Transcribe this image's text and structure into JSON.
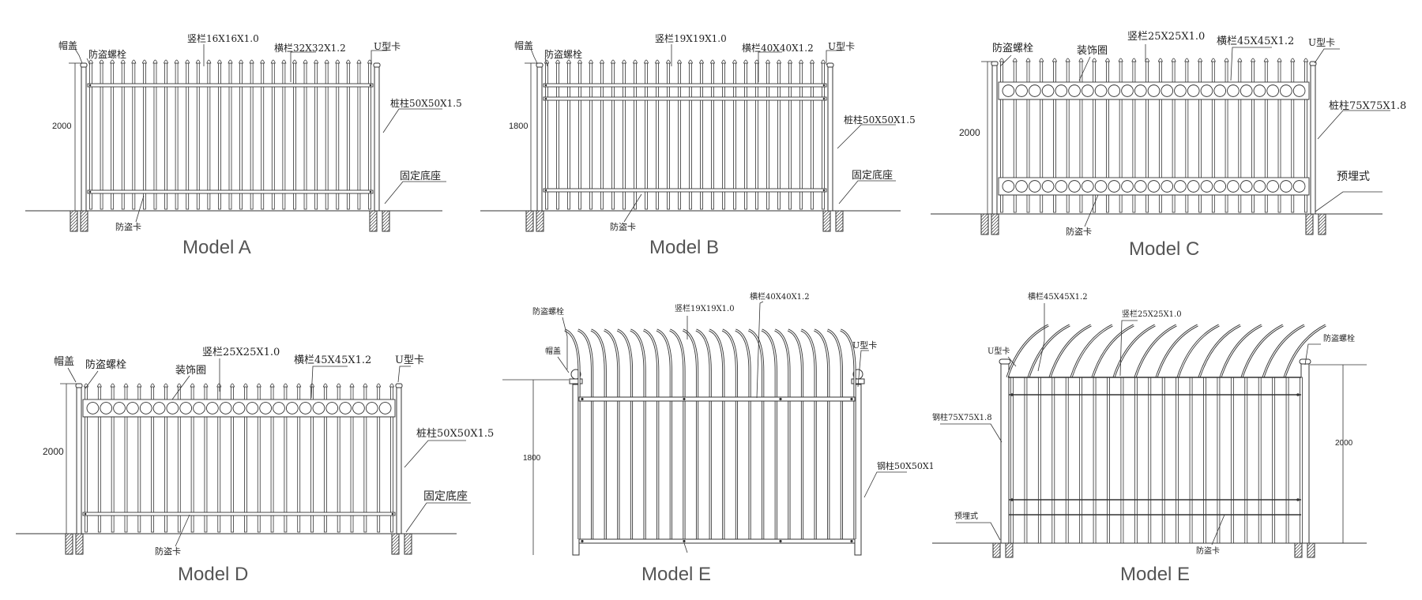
{
  "panels": {
    "a": {
      "title": "Model A",
      "cap": "帽盖",
      "bolt": "防盗螺栓",
      "picket": "竖栏16X16X1.0",
      "rail": "横栏32X32X1.2",
      "uclip": "U型卡",
      "post": "桩柱50X50X1.5",
      "base": "固定底座",
      "clip": "防盗卡",
      "height": "2000"
    },
    "b": {
      "title": "Model B",
      "cap": "帽盖",
      "bolt": "防盗螺栓",
      "picket": "竖栏19X19X1.0",
      "rail": "横栏40X40X1.2",
      "uclip": "U型卡",
      "post": "桩柱50X50X1.5",
      "base": "固定底座",
      "clip": "防盗卡",
      "height": "1800"
    },
    "c": {
      "title": "Model C",
      "bolt": "防盗螺栓",
      "ring": "装饰圈",
      "picket": "竖栏25X25X1.0",
      "rail": "横栏45X45X1.2",
      "uclip": "U型卡",
      "post": "桩柱75X75X1.8",
      "base": "预埋式",
      "clip": "防盗卡",
      "height": "2000"
    },
    "d": {
      "title": "Model D",
      "cap": "帽盖",
      "bolt": "防盗螺栓",
      "ring": "装饰圈",
      "picket": "竖栏25X25X1.0",
      "rail": "横栏45X45X1.2",
      "uclip": "U型卡",
      "post": "桩柱50X50X1.5",
      "base": "固定底座",
      "clip": "防盗卡",
      "height": "2000"
    },
    "e": {
      "title": "Model E",
      "bolt": "防盗螺栓",
      "cap": "帽盖",
      "picket": "竖栏19X19X1.0",
      "rail": "横栏40X40X1.2",
      "uclip": "U型卡",
      "post": "钢柱50X50X1",
      "height": "1800"
    },
    "f": {
      "title": "Model E",
      "rail": "横栏45X45X1.2",
      "picket": "竖栏25X25X1.0",
      "uclip": "U型卡",
      "bolt": "防盗螺栓",
      "post": "钢柱75X75X1.8",
      "base": "预埋式",
      "clip": "防盗卡",
      "height": "2000"
    }
  }
}
